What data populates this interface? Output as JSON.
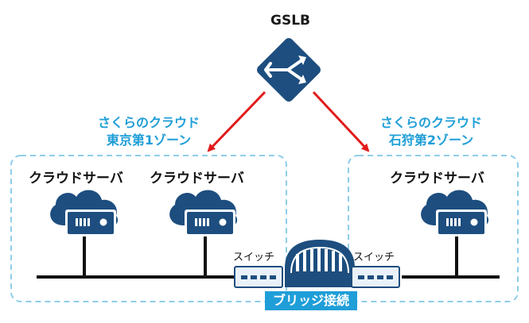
{
  "gslb": {
    "label": "GSLB"
  },
  "zones": [
    {
      "line1": "さくらのクラウド",
      "line2": "東京第1ゾーン"
    },
    {
      "line1": "さくらのクラウド",
      "line2": "石狩第2ゾーン"
    }
  ],
  "servers": [
    {
      "label": "クラウドサーバ"
    },
    {
      "label": "クラウドサーバ"
    },
    {
      "label": "クラウドサーバ"
    }
  ],
  "switches": [
    {
      "label": "スイッチ"
    },
    {
      "label": "スイッチ"
    }
  ],
  "bridge": {
    "label": "ブリッジ接続"
  },
  "colors": {
    "accent": "#1f9ed8",
    "navy": "#1d4e7f",
    "arrow": "#e11a1a",
    "zone_border": "#8fcdea"
  },
  "icons": [
    "gslb-router-icon",
    "cloud-server-icon",
    "switch-icon",
    "bridge-icon"
  ]
}
